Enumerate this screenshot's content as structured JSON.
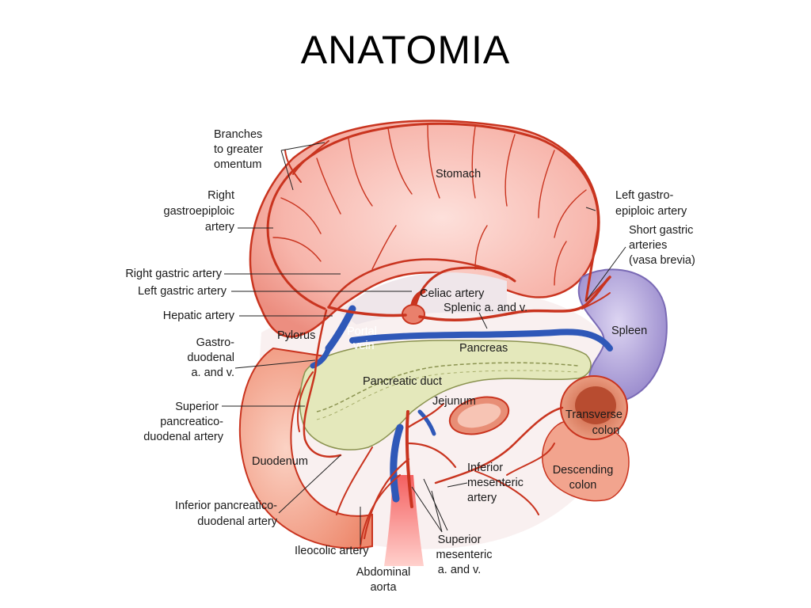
{
  "title": "ANATOMIA",
  "labels": {
    "branches_1": "Branches",
    "branches_2": "to greater",
    "branches_3": "omentum",
    "right_ge_1": "Right",
    "right_ge_2": "gastroepiploic",
    "right_ge_3": "artery",
    "right_gastric": "Right gastric artery",
    "left_gastric": "Left gastric artery",
    "hepatic": "Hepatic artery",
    "gastroduodenal_1": "Gastro-",
    "gastroduodenal_2": "duodenal",
    "gastroduodenal_3": "a. and v.",
    "sup_pd_1": "Superior",
    "sup_pd_2": "pancreatico-",
    "sup_pd_3": "duodenal artery",
    "duodenum": "Duodenum",
    "inf_pd_1": "Inferior pancreatico-",
    "inf_pd_2": "duodenal artery",
    "ileocolic": "Ileocolic artery",
    "aorta_1": "Abdominal",
    "aorta_2": "aorta",
    "sma_1": "Superior",
    "sma_2": "mesenteric",
    "sma_3": "a. and v.",
    "ima_1": "Inferior",
    "ima_2": "mesenteric",
    "ima_3": "artery",
    "desc_colon_1": "Descending",
    "desc_colon_2": "colon",
    "trans_colon_1": "Transverse",
    "trans_colon_2": "colon",
    "jejunum": "Jejunum",
    "pancreatic_duct": "Pancreatic duct",
    "pancreas": "Pancreas",
    "spleen": "Spleen",
    "short_gastric_1": "Short gastric",
    "short_gastric_2": "arteries",
    "short_gastric_3": "(vasa brevia)",
    "left_ge_1": "Left gastro-",
    "left_ge_2": "epiploic artery",
    "stomach": "Stomach",
    "celiac": "Celiac artery",
    "splenic": "Splenic a. and v.",
    "pylorus": "Pylorus",
    "portal_1": "Portal",
    "portal_2": "vein"
  },
  "colors": {
    "artery": "#c9341f",
    "vein": "#2f58b8",
    "stomach": "#f7b0a6",
    "pancreas": "#e4e8bb",
    "spleen": "#a99ad6",
    "duodenum": "#f3a78f",
    "aorta": "#e23b3b"
  }
}
